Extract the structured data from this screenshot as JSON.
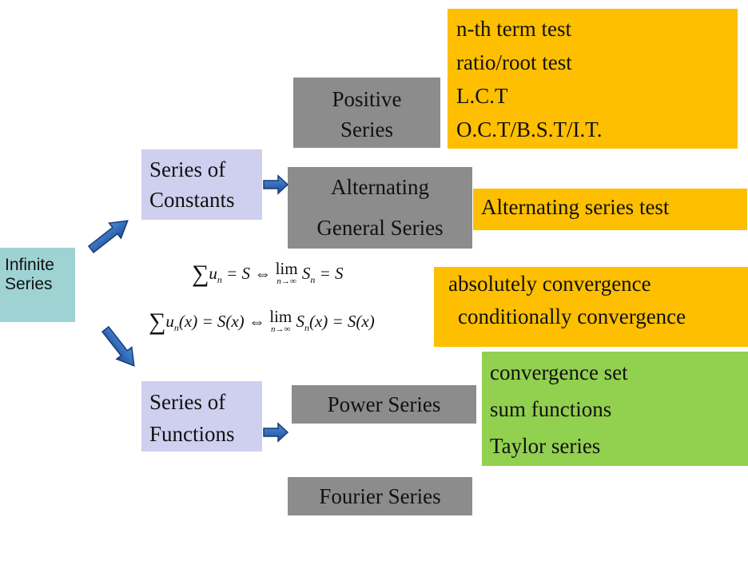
{
  "nodes": {
    "infinite_series": "Infinite\nSeries",
    "series_of_constants": "Series of\nConstants",
    "series_of_functions": "Series of\nFunctions",
    "positive_series": "Positive\nSeries",
    "alternating_line1": "Alternating",
    "general_series": "General Series",
    "power_series": "Power Series",
    "fourier_series": "Fourier Series"
  },
  "positive_tests": [
    "n-th term test",
    "ratio/root test",
    "L.C.T",
    "O.C.T/B.S.T/I.T."
  ],
  "alternating_test": "Alternating series test",
  "convergence_types": [
    "absolutely convergence",
    "conditionally convergence"
  ],
  "function_topics": [
    "convergence set",
    "sum functions",
    "Taylor series"
  ],
  "formulas": {
    "sigma": "∑",
    "f1_left": "u",
    "f1_sub": "n",
    "f1_eq": " = S ⇔ ",
    "lim": "lim",
    "lim_sub": "n→∞",
    "f1_right": "S",
    "f1_right_sub": "n",
    "f1_end": " = S",
    "f2_left": "u",
    "f2_sub": "n",
    "f2_eq": "(x) = S(x) ⇔ ",
    "f2_right": "S",
    "f2_right_sub": "n",
    "f2_end": "(x) = S(x)"
  },
  "colors": {
    "teal": "#9fd3d3",
    "lavender": "#cfd0ef",
    "gray": "#8c8c8c",
    "orange": "#fdbf00",
    "green": "#92d050",
    "arrow_blue": "#1f4e9c"
  }
}
